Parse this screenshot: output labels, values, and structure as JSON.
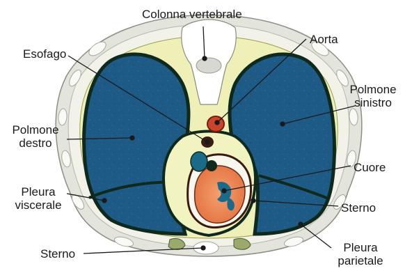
{
  "figure": {
    "labels": {
      "colonna_vertebrale": "Colonna vertebrale",
      "aorta": "Aorta",
      "esofago": "Esofago",
      "polmone_sinistro": [
        "Polmone",
        "sinistro"
      ],
      "polmone_destro": [
        "Polmone",
        "destro"
      ],
      "cuore": "Cuore",
      "pleura_viscerale": [
        "Pleura",
        "viscerale"
      ],
      "sterno_right": "Sterno",
      "sterno_bottom": "Sterno",
      "pleura_parietale": [
        "Pleura",
        "parietale"
      ]
    },
    "colors": {
      "lung": "#1d5a86",
      "lung_outline": "#0f2a1c",
      "chest_wall": "#e3e4dc",
      "rib": "#f4f4f0",
      "fat": "#eef0b8",
      "mediastinum": "#f7f7ee",
      "heart_muscle": "#f08a5a",
      "heart_outline": "#3a1a10",
      "aorta": "#c8452c",
      "cartilage": "#9aaa6a"
    }
  }
}
